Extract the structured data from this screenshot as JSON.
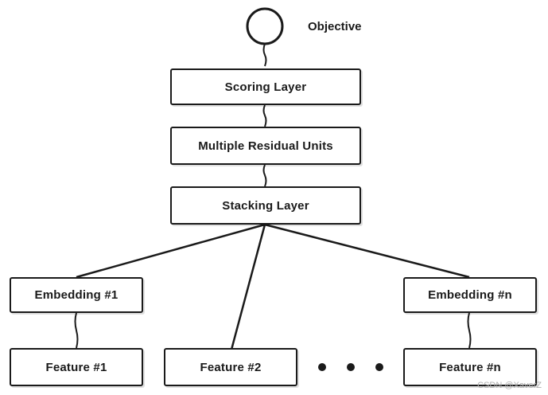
{
  "diagram": {
    "objective_label": "Objective",
    "scoring_layer": "Scoring Layer",
    "residual_units": "Multiple Residual Units",
    "stacking_layer": "Stacking Layer",
    "embedding_1": "Embedding #1",
    "embedding_n": "Embedding #n",
    "feature_1": "Feature #1",
    "feature_2": "Feature #2",
    "feature_n": "Feature #n"
  },
  "watermark": "CSDN @XaverZ",
  "colors": {
    "stroke": "#1a1a1a",
    "fill": "#ffffff",
    "watermark": "#b0b0b0"
  }
}
